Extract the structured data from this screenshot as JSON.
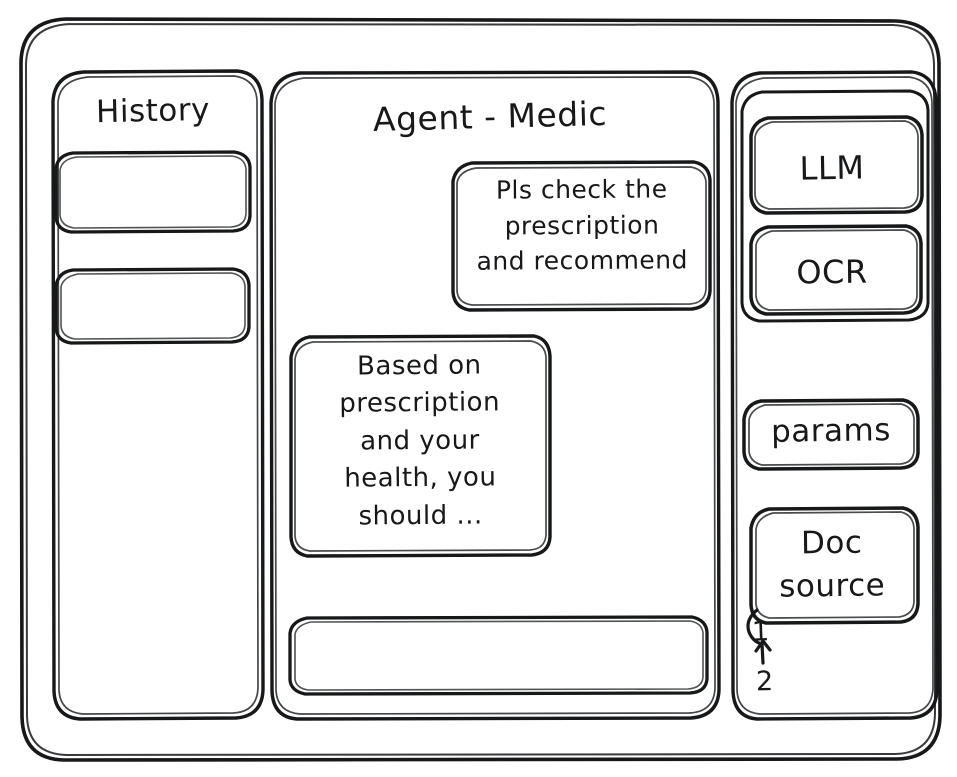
{
  "app": {
    "kind": "hand-drawn-wireframe",
    "ink_color": "#17181a",
    "paper_color": "#ffffff"
  },
  "history_panel": {
    "title": "History",
    "items": [
      {
        "label": ""
      },
      {
        "label": ""
      }
    ]
  },
  "main_panel": {
    "title": "Agent - Medic",
    "messages": [
      {
        "role": "user",
        "align": "right",
        "text": "Pls check the\nprescription\nand recommend"
      },
      {
        "role": "agent",
        "align": "left",
        "text": "Based on\nprescription\nand your\nhealth, you\nshould ..."
      }
    ],
    "composer": {
      "value": "",
      "placeholder": ""
    }
  },
  "sidebar": {
    "tools": [
      {
        "label": "LLM"
      },
      {
        "label": "OCR"
      }
    ],
    "params_button": {
      "label": "params"
    },
    "doc_source": {
      "label": "Doc\nsource",
      "sources": [
        {
          "label": "1"
        },
        {
          "label": "2"
        }
      ]
    }
  }
}
